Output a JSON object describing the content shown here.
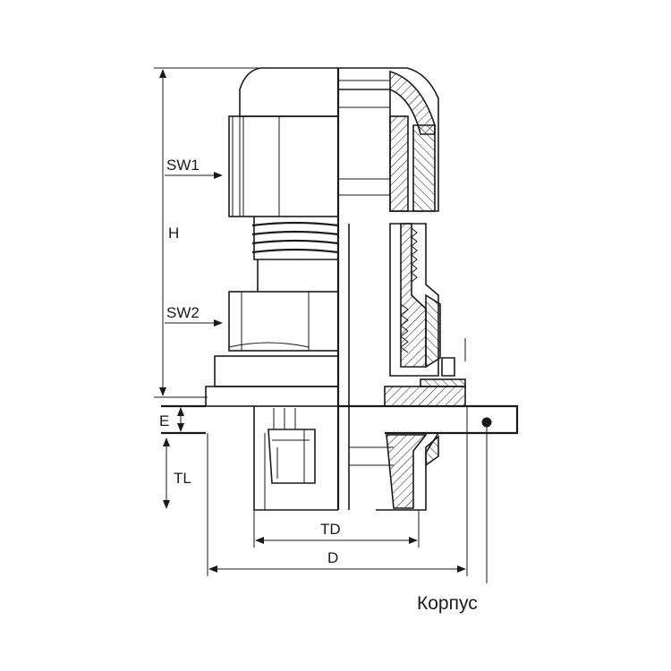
{
  "labels": {
    "sw1": "SW1",
    "sw2": "SW2",
    "h": "H",
    "e": "E",
    "tl": "TL",
    "td": "TD",
    "d": "D",
    "housing": "Корпус"
  },
  "colors": {
    "line": "#1a1a1a",
    "background": "#ffffff"
  }
}
